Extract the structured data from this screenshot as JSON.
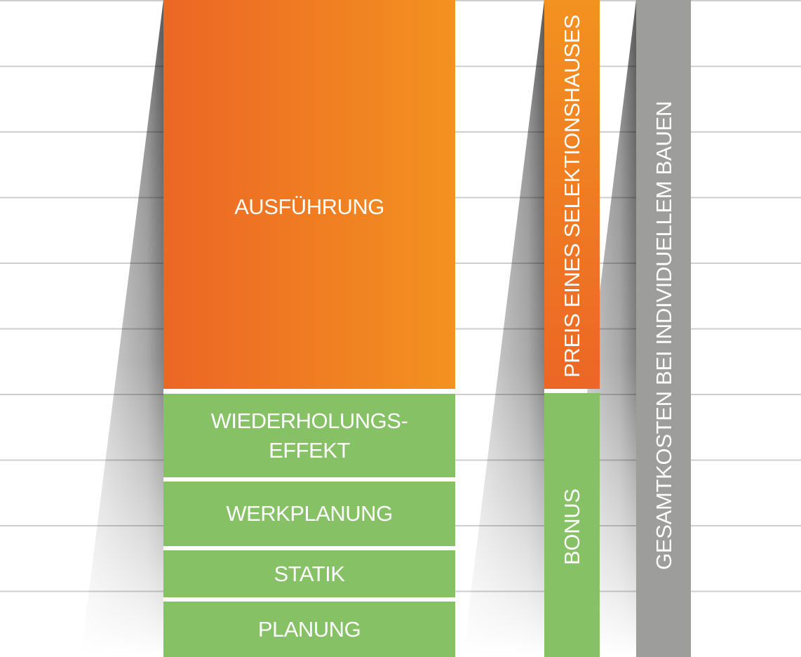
{
  "colors": {
    "orange_dark": "#EC6625",
    "orange_light": "#F39220",
    "green": "#86C166",
    "gray": "#9D9D9C",
    "gridline": "#CFCFCF"
  },
  "main_bar": {
    "execution_label": "AUSFÜHRUNG",
    "segments": [
      {
        "label": "WIEDERHOLUNGS-\nEFFEKT"
      },
      {
        "label": "WERKPLANUNG"
      },
      {
        "label": "STATIK"
      },
      {
        "label": "PLANUNG"
      }
    ]
  },
  "selection_bar": {
    "price_label": "PREIS EINES SELEKTIONSHAUSES",
    "bonus_label": "BONUS"
  },
  "total_bar": {
    "label": "GESAMTKOSTEN BEI INDIVIDUELLEM BAUEN"
  }
}
